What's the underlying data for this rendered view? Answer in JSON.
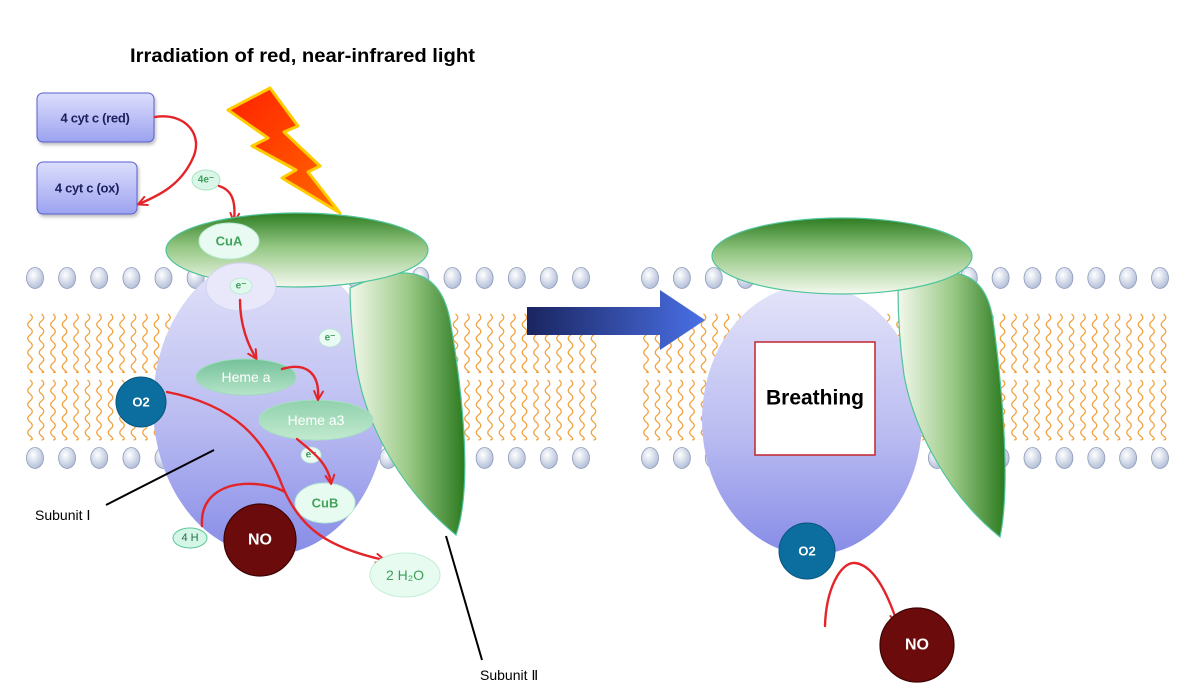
{
  "title": "Irradiation of red, near-infrared light",
  "cytochrome_c": {
    "reduced_label": "4 cyt c (red)",
    "oxidized_label": "4 cyt c (ox)",
    "electrons_label": "4e⁻"
  },
  "before": {
    "cua_label": "CuA",
    "electron_label_1": "e⁻",
    "electron_label_2": "e⁻",
    "heme_a_label": "Heme a",
    "heme_a3_label": "Heme a3",
    "electron_label_3": "e⁻",
    "cub_label": "CuB",
    "oxygen_label": "O2",
    "nitric_oxide_label": "NO",
    "protons_label": "4 H",
    "water_label": "2 H₂O",
    "subunit_1_label": "Subunit Ⅰ",
    "subunit_2_label": "Subunit Ⅱ"
  },
  "after": {
    "state_label": "Breathing",
    "oxygen_label": "O2",
    "nitric_oxide_label": "NO"
  },
  "icons": {
    "light": "lightning-bolt-icon",
    "transition": "right-arrow-icon"
  },
  "colors": {
    "reaction_arrow": "#e3252a",
    "oxygen": "#0b6e9f",
    "nitric_oxide": "#6b0b0b",
    "breathing_border": "#c1262e"
  }
}
